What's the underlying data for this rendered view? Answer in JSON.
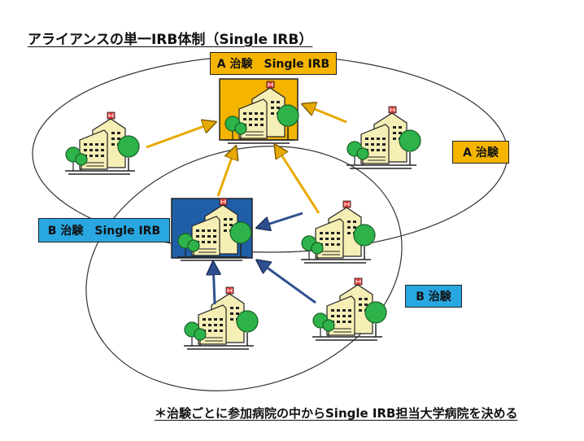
{
  "title": "アライアンスの単一IRB体制（Single IRB）",
  "labels": {
    "a_single_irb": "A 治験　Single IRB",
    "a_trial": "A 治験",
    "b_single_irb": "B 治験　Single IRB",
    "b_trial": "B 治験"
  },
  "footnote": "＊治験ごとに参加病院の中からSingle IRB担当大学病院を決める",
  "colors": {
    "orange": "#f4b400",
    "blue": "#29a7e1",
    "dark_blue": "#1f5fa8",
    "arrow_orange": "#e8a900",
    "arrow_blue": "#2e4f8f",
    "tree_green": "#2db34a",
    "building_cream": "#f5efb6"
  }
}
